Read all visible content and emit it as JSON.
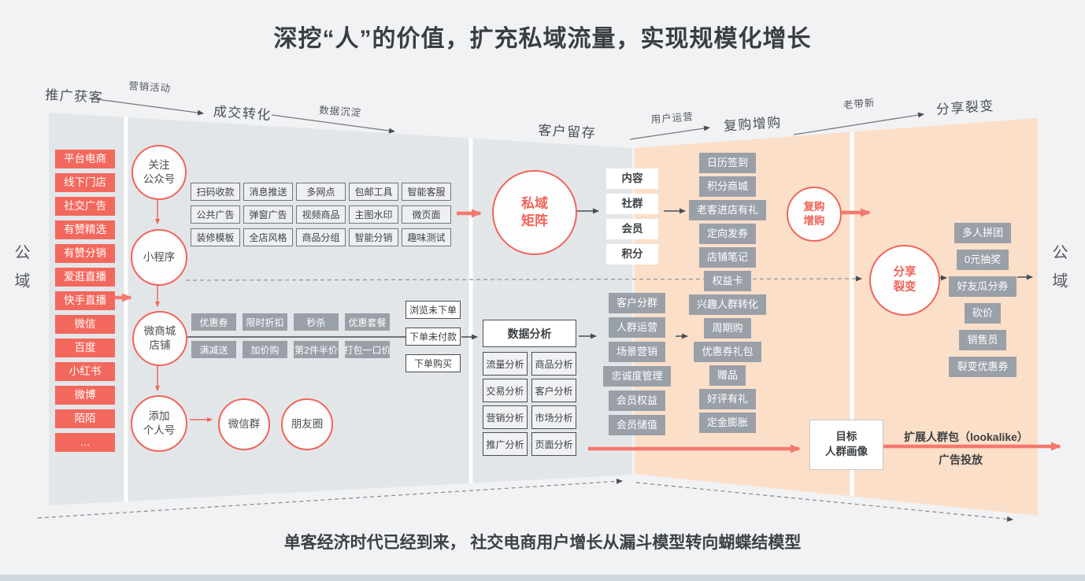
{
  "title": "深挖“人”的价值，扩充私域流量，实现规模化增长",
  "bottom_caption": "单客经济时代已经到来， 社交电商用户增长从漏斗模型转向蝴蝶结模型",
  "domain_left": "公域",
  "domain_right": "公域",
  "flow": {
    "stages": [
      "推广获客",
      "成交转化",
      "客户留存",
      "复购增购",
      "分享裂变"
    ],
    "arrows": [
      "营销活动",
      "数据沉淀",
      "用户运营",
      "老带新"
    ]
  },
  "channels": [
    "平台电商",
    "线下门店",
    "社交广告",
    "有赞精选",
    "有赞分销",
    "爱逛直播",
    "快手直播",
    "微信",
    "百度",
    "小红书",
    "微博",
    "陌陌",
    "…"
  ],
  "circles": {
    "follow_oa": "关注\n公众号",
    "mini_program": "小程序",
    "shop": "微商城\n店铺",
    "personal_account": "添加\n个人号",
    "wechat_group": "微信群",
    "moments": "朋友圈",
    "private_matrix": "私域\n矩阵",
    "repurchase": "复购\n增购",
    "fission": "分享\n裂变"
  },
  "shop_tools": [
    "扫码收款",
    "消息推送",
    "多网点",
    "包邮工具",
    "智能客服",
    "公共广告",
    "弹窗广告",
    "视频商品",
    "主图水印",
    "微页面",
    "装修模板",
    "全店风格",
    "商品分组",
    "智能分销",
    "趣味测试"
  ],
  "promo_tools": [
    "优惠券",
    "限时折扣",
    "秒杀",
    "优惠套餐",
    "满减送",
    "加价购",
    "第2件半价",
    "打包一口价"
  ],
  "order_states": [
    "浏览未下单",
    "下单未付款",
    "下单购买"
  ],
  "analysis": {
    "title": "数据分析",
    "items": [
      "流量分析",
      "商品分析",
      "交易分析",
      "客户分析",
      "营销分析",
      "市场分析",
      "推广分析",
      "页面分析"
    ]
  },
  "retention_assets": [
    "内容",
    "社群",
    "会员",
    "积分"
  ],
  "crm_items": [
    "客户分群",
    "人群运营",
    "场景营销",
    "忠诚度管理",
    "会员权益",
    "会员储值"
  ],
  "repurchase_tools": [
    "日历签到",
    "积分商城",
    "老客进店有礼",
    "定向发券",
    "店铺笔记",
    "权益卡",
    "兴趣人群转化",
    "周期购",
    "优惠券礼包",
    "赠品",
    "好评有礼",
    "定金膨胀"
  ],
  "fission_tools": [
    "多人拼团",
    "0元抽奖",
    "好友瓜分券",
    "砍价",
    "销售员",
    "裂变优惠券"
  ],
  "target_profile": "目标\n人群画像",
  "lookalike_label": "扩展人群包（lookalike）",
  "ad_label": "广告投放",
  "colors": {
    "accent": "#f2635a",
    "arrow_red": "#f4786e",
    "gray_panel": "#e3e6e9",
    "orange_panel": "#fbdfc9",
    "gray_box": "#9aa0a8"
  }
}
